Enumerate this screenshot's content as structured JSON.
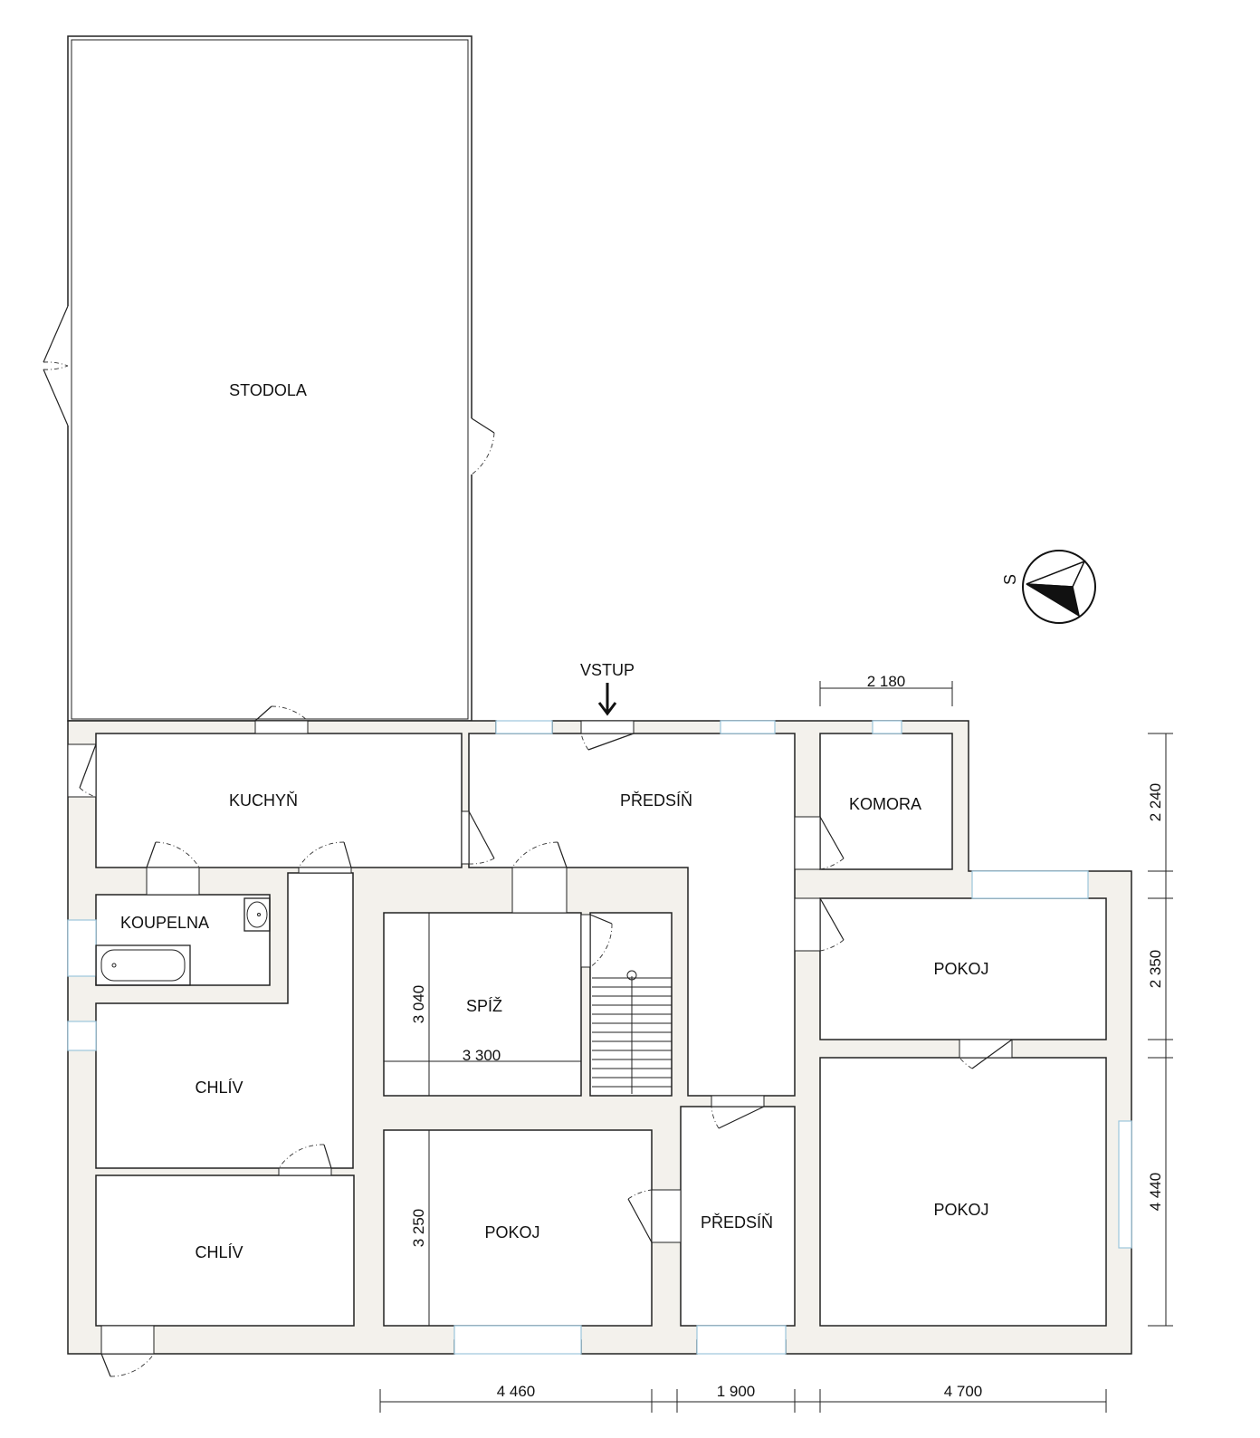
{
  "rooms": {
    "stodola": "STODOLA",
    "kuchyn": "KUCHYŇ",
    "predsin_main": "PŘEDSÍŇ",
    "komora": "KOMORA",
    "koupelna": "KOUPELNA",
    "spiz": "SPÍŽ",
    "pokoj_east_upper": "POKOJ",
    "chliv_upper": "CHLÍV",
    "chliv_lower": "CHLÍV",
    "pokoj_center": "POKOJ",
    "predsin_small": "PŘEDSÍŇ",
    "pokoj_east_lower": "POKOJ"
  },
  "entrance": {
    "label": "VSTUP"
  },
  "compass": {
    "label": "S"
  },
  "dimensions": {
    "top_komora": "2 180",
    "right_1": "2 240",
    "right_2": "2 350",
    "right_3": "4 440",
    "spiz_height": "3 040",
    "spiz_width": "3 300",
    "pokoj_height": "3 250",
    "bottom_1": "4 460",
    "bottom_2": "1 900",
    "bottom_3": "4 700"
  },
  "colors": {
    "wall_fill": "#f3f1ec",
    "window": "#9cc6dc",
    "line": "#222222"
  }
}
